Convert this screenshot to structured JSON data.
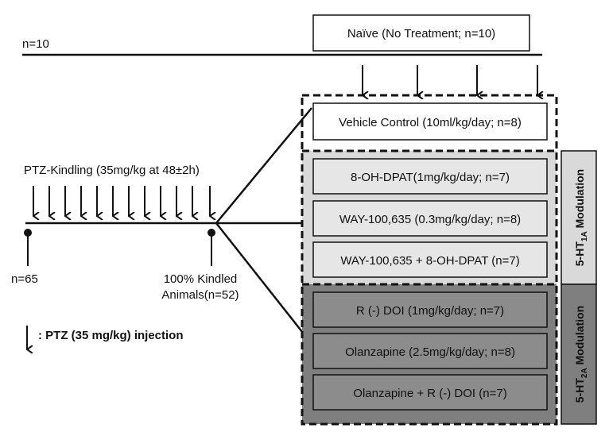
{
  "top": {
    "n_label": "n=10",
    "naive_label": "Naïve (No Treatment; n=10)"
  },
  "main": {
    "kindling_label": "PTZ-Kindling (35mg/kg at 48±2h)",
    "start_n_label": "n=65",
    "kindled_line1": "100% Kindled",
    "kindled_line2": "Animals(n=52)"
  },
  "legend": {
    "text": ": PTZ (35 mg/kg) injection"
  },
  "groups": {
    "vehicle": "Vehicle Control (10ml/kg/day; n=8)",
    "ht1a": [
      "8-OH-DPAT(1mg/kg/day; n=7)",
      "WAY-100,635 (0.3mg/kg/day; n=8)",
      "WAY-100,635 + 8-OH-DPAT (n=7)"
    ],
    "ht2a": [
      "R (-) DOI (1mg/kg/day; n=7)",
      "Olanzapine (2.5mg/kg/day; n=8)",
      "Olanzapine + R (-) DOI (n=7)"
    ]
  },
  "side_labels": {
    "ht1a_prefix": "5-HT",
    "ht1a_sub": "1A",
    "ht1a_suffix": " Modulation",
    "ht2a_prefix": "5-HT",
    "ht2a_sub": "2A",
    "ht2a_suffix": " Modulation"
  },
  "colors": {
    "ht1a_fill": "#d9d9d9",
    "ht1a_box": "#e6e6e6",
    "ht2a_fill": "#7f7f7f",
    "ht2a_box": "#8c8c8c"
  }
}
